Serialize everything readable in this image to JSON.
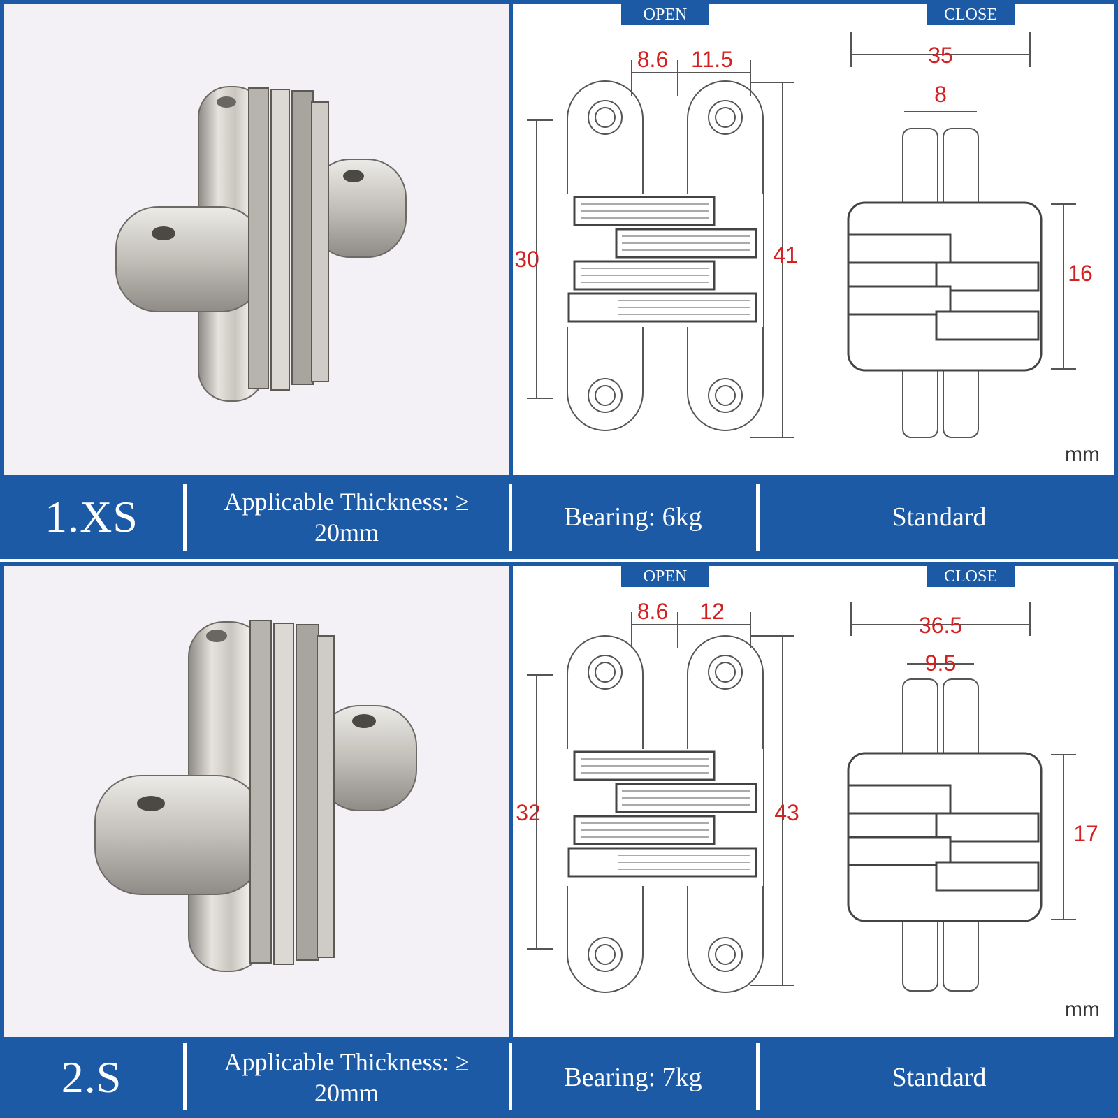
{
  "panels": [
    {
      "model": "1.XS",
      "thickness_line1": "Applicable Thickness: ≥",
      "thickness_line2": "20mm",
      "bearing": "Bearing: 6kg",
      "type": "Standard",
      "open_tab": "OPEN",
      "close_tab": "CLOSE",
      "unit": "mm",
      "open_dims": {
        "pin_width": "8.6",
        "leaf_offset": "11.5",
        "hole_span": "30",
        "total_length": "41"
      },
      "close_dims": {
        "total_width": "35",
        "gap": "8",
        "body_height": "16"
      }
    },
    {
      "model": "2.S",
      "thickness_line1": "Applicable Thickness: ≥",
      "thickness_line2": "20mm",
      "bearing": "Bearing: 7kg",
      "type": "Standard",
      "open_tab": "OPEN",
      "close_tab": "CLOSE",
      "unit": "mm",
      "open_dims": {
        "pin_width": "8.6",
        "leaf_offset": "12",
        "hole_span": "32",
        "total_length": "43"
      },
      "close_dims": {
        "total_width": "36.5",
        "gap": "9.5",
        "body_height": "17"
      }
    }
  ],
  "colors": {
    "band": "#1c5aa6",
    "dimension_text": "#d42020",
    "photo_bg": "#f3f1f5"
  }
}
